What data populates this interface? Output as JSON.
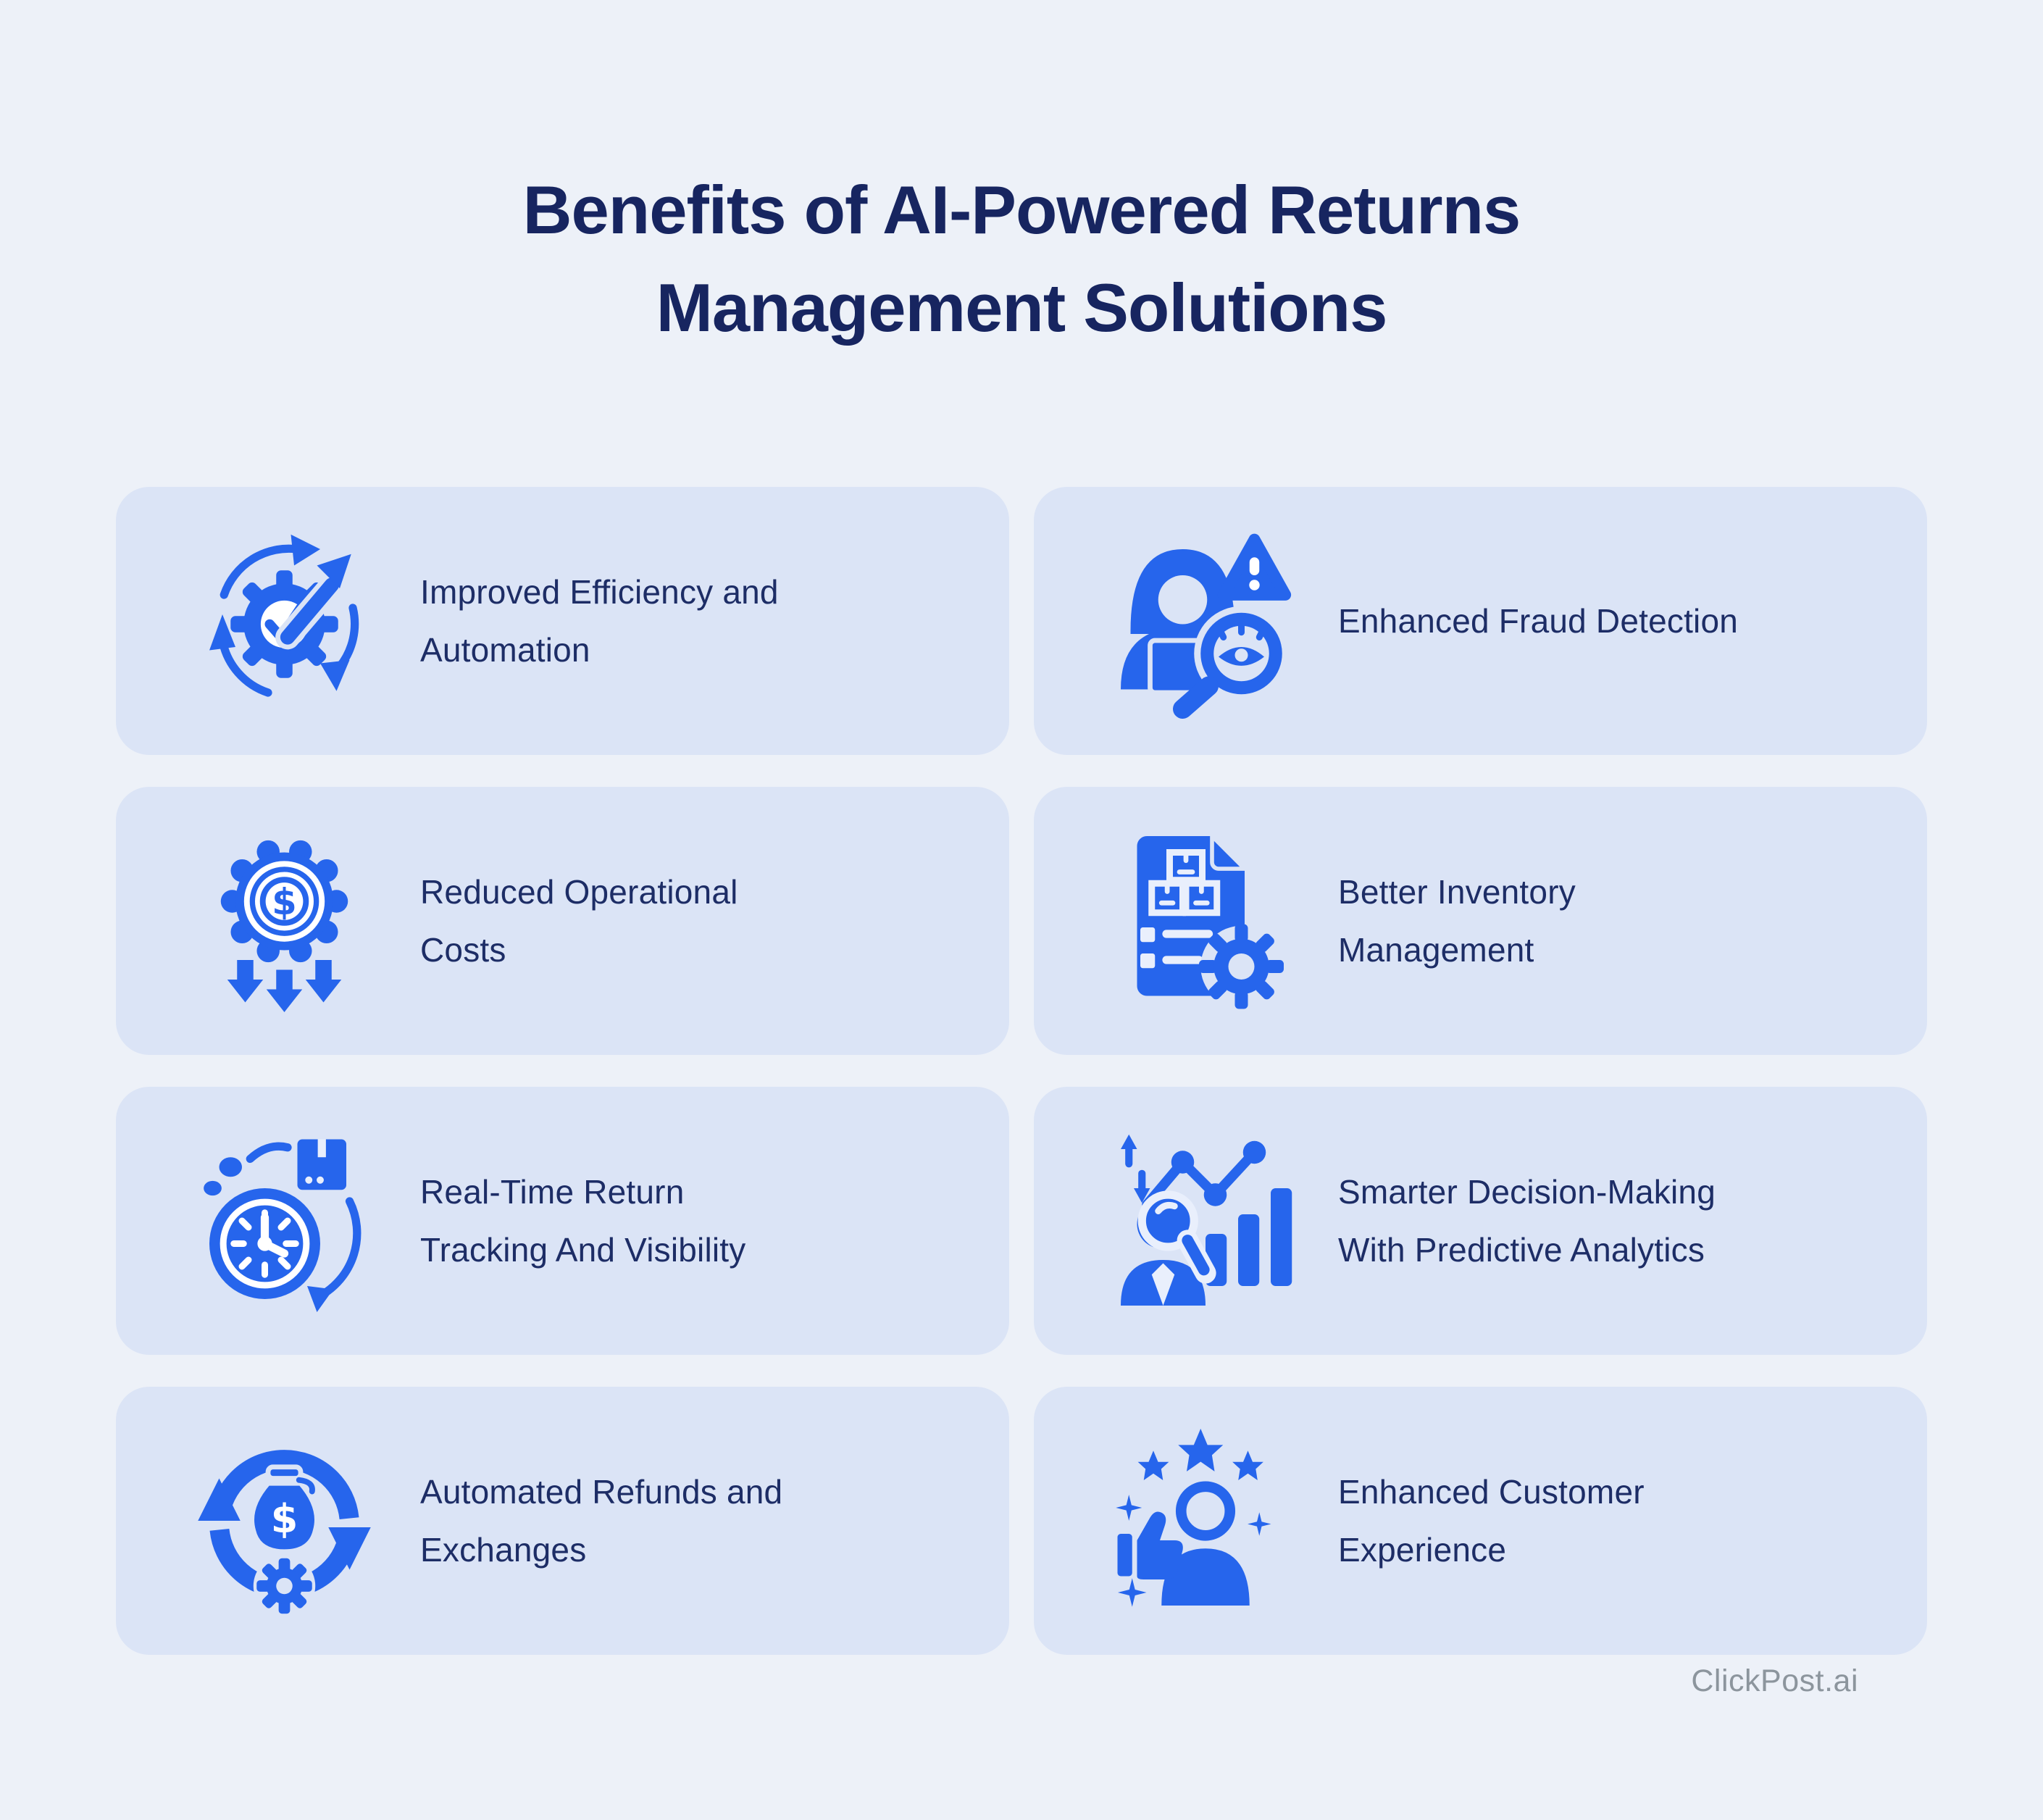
{
  "page": {
    "title_line1": "Benefits of AI-Powered Returns",
    "title_line2": "Management Solutions",
    "footer": "ClickPost.ai"
  },
  "colors": {
    "page_background": "#EDF1F8",
    "card_background": "#DBE4F6",
    "icon_blue": "#2665EC",
    "heading_navy": "#172560",
    "card_text_navy": "#1D2D66",
    "footer_gray": "#8C959D"
  },
  "cards": [
    {
      "icon": "efficiency-automation-icon",
      "title": "Improved Efficiency and\nAutomation"
    },
    {
      "icon": "fraud-detection-icon",
      "title": "Enhanced Fraud Detection"
    },
    {
      "icon": "reduced-operational-costs-icon",
      "title": "Reduced Operational\nCosts"
    },
    {
      "icon": "inventory-management-icon",
      "title": "Better Inventory\nManagement"
    },
    {
      "icon": "return-tracking-icon",
      "title": "Real-Time Return\nTracking And Visibility"
    },
    {
      "icon": "predictive-analytics-icon",
      "title": "Smarter Decision-Making\nWith Predictive Analytics"
    },
    {
      "icon": "automated-refunds-icon",
      "title": "Automated Refunds and\nExchanges"
    },
    {
      "icon": "customer-experience-icon",
      "title": "Enhanced Customer\nExperience"
    }
  ]
}
